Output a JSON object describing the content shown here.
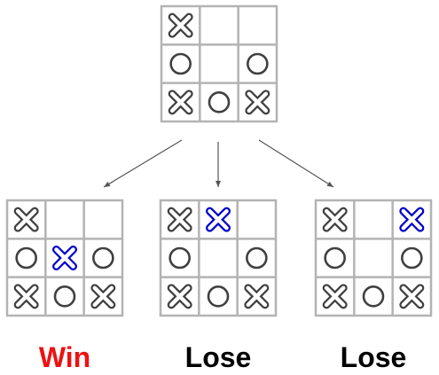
{
  "colors": {
    "grid": "#b3b3b3",
    "piece": "#404040",
    "highlight": "#0000cc",
    "arrow": "#555555",
    "win": "#ee1111",
    "lose": "#000000"
  },
  "root_board": {
    "cells": [
      "X",
      "",
      "",
      "O",
      "",
      "O",
      "X",
      "O",
      "X"
    ],
    "highlight": -1
  },
  "children": [
    {
      "cells": [
        "X",
        "",
        "",
        "O",
        "X",
        "O",
        "X",
        "O",
        "X"
      ],
      "highlight": 4,
      "result": "Win",
      "result_color": "#ee1111"
    },
    {
      "cells": [
        "X",
        "X",
        "",
        "O",
        "",
        "O",
        "X",
        "O",
        "X"
      ],
      "highlight": 1,
      "result": "Lose",
      "result_color": "#000000"
    },
    {
      "cells": [
        "X",
        "",
        "X",
        "O",
        "",
        "O",
        "X",
        "O",
        "X"
      ],
      "highlight": 2,
      "result": "Lose",
      "result_color": "#000000"
    }
  ]
}
